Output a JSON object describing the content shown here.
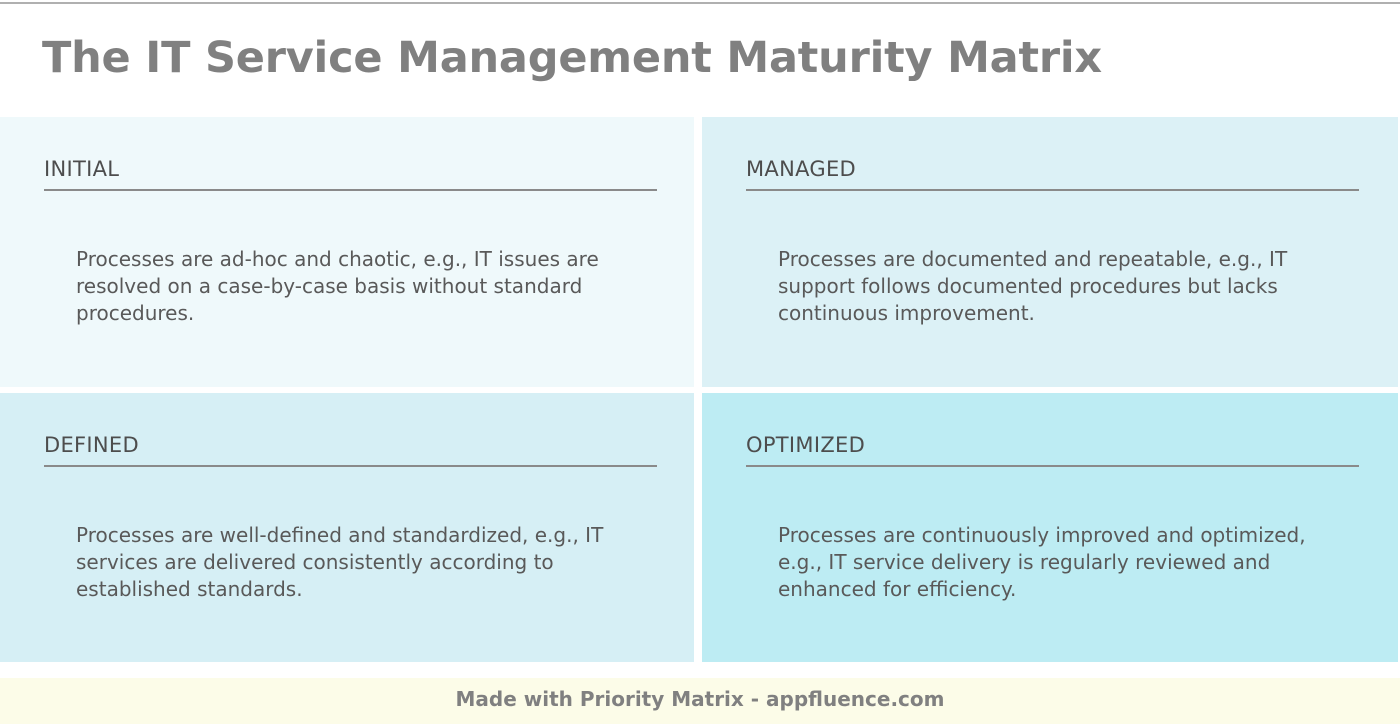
{
  "header": {
    "title": "The IT Service Management Maturity Matrix"
  },
  "matrix": {
    "quadrants": [
      {
        "key": "initial",
        "label": "INITIAL",
        "body": "Processes are ad-hoc and chaotic, e.g., IT issues are resolved on a case-by-case basis without standard procedures.",
        "color": "#eff9fb"
      },
      {
        "key": "managed",
        "label": "MANAGED",
        "body": "Processes are documented and repeatable, e.g., IT support follows documented procedures but lacks continuous improvement.",
        "color": "#dcf1f6"
      },
      {
        "key": "defined",
        "label": "DEFINED",
        "body": "Processes are well-defined and standardized, e.g., IT services are delivered consistently according to established standards.",
        "color": "#d6eff5"
      },
      {
        "key": "optimized",
        "label": "OPTIMIZED",
        "body": "Processes are continuously improved and optimized, e.g., IT service delivery is regularly reviewed and enhanced for efficiency.",
        "color": "#bdecf3"
      }
    ]
  },
  "footer": {
    "text": "Made with Priority Matrix - appfluence.com",
    "background": "#fcfce8"
  },
  "theme": {
    "title_color": "#808080",
    "header_color": "#4d4d4d",
    "body_color": "#595959",
    "rule_color": "#8a8a8a",
    "top_border_color": "#b0b0b0",
    "page_background": "#ffffff"
  }
}
